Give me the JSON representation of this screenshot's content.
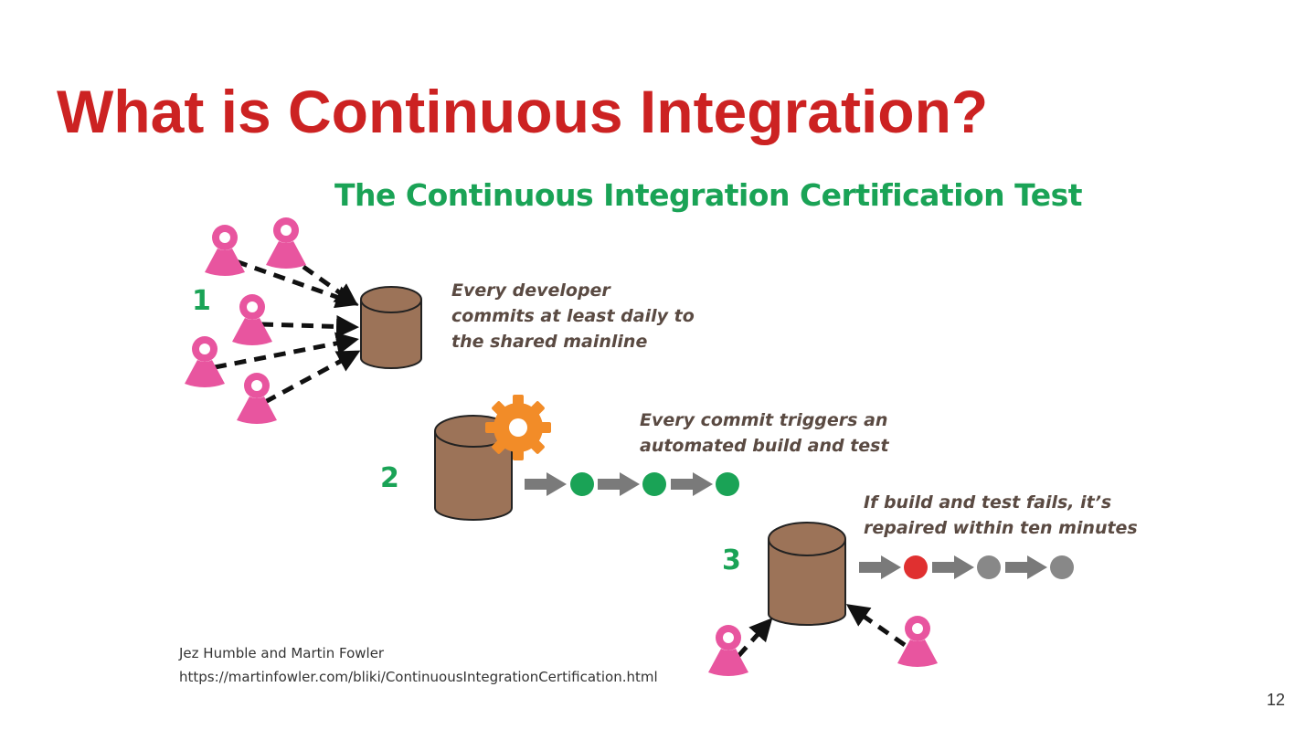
{
  "slide": {
    "title": "What is Continuous Integration?",
    "page_number": "12"
  },
  "diagram": {
    "title": "The Continuous Integration Certification Test",
    "steps": [
      {
        "number": "1",
        "caption_lines": [
          "Every developer",
          "commits at least daily to",
          "the shared mainline"
        ]
      },
      {
        "number": "2",
        "caption_lines": [
          "Every commit triggers an",
          "automated build and test"
        ]
      },
      {
        "number": "3",
        "caption_lines": [
          "If build and test fails, it’s",
          "repaired within ten minutes"
        ]
      }
    ],
    "credit": {
      "authors": "Jez Humble and Martin Fowler",
      "url": "https://martinfowler.com/bliki/ContinuousIntegrationCertification.html"
    },
    "colors": {
      "title_red": "#cc2222",
      "diagram_green": "#1aa356",
      "developer_pink": "#e8559f",
      "repository_brown": "#9c7358",
      "gear_orange": "#f28c28",
      "build_pass_green": "#1aa356",
      "build_fail_red": "#e03030",
      "build_pending_gray": "#888888",
      "arrow_gray": "#7a7a7a"
    },
    "icons": [
      "developer-icon",
      "repository-icon",
      "gear-icon",
      "build-arrow-icon",
      "build-status-dot"
    ],
    "step2_build_results": [
      "pass",
      "pass",
      "pass"
    ],
    "step3_build_results": [
      "fail",
      "pending",
      "pending"
    ]
  }
}
